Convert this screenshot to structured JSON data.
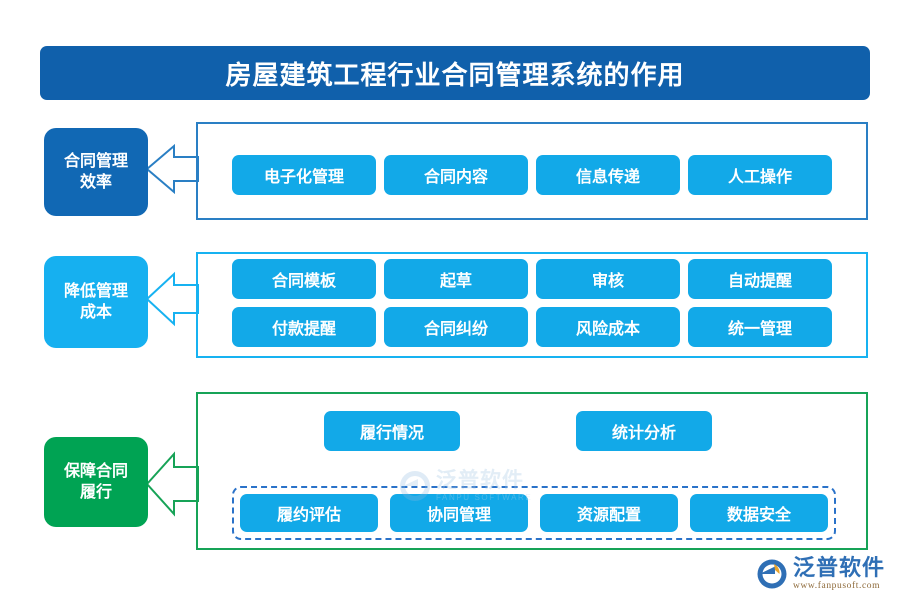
{
  "title": {
    "text": "房屋建筑工程行业合同管理系统的作用",
    "bg_color": "#1060ab"
  },
  "sections": [
    {
      "label": "合同管理效率",
      "label_line1": "合同管",
      "label_line2": "理效率",
      "label_color": "#1168b4",
      "border_color": "#2a7fc4",
      "rows": [
        {
          "items": [
            "电子化管理",
            "合同内容",
            "信息传递",
            "人工操作"
          ]
        }
      ]
    },
    {
      "label": "降低管理成本",
      "label_line1": "降低管",
      "label_line2": "理成本",
      "label_color": "#16b0f0",
      "border_color": "#17b2f1",
      "rows": [
        {
          "items": [
            "合同模板",
            "起草",
            "审核",
            "自动提醒"
          ]
        },
        {
          "items": [
            "付款提醒",
            "合同纠纷",
            "风险成本",
            "统一管理"
          ]
        }
      ]
    },
    {
      "label": "保障合同履行",
      "label_line1": "保障合",
      "label_line2": "同履行",
      "label_color": "#00a353",
      "border_color": "#17a357",
      "rows": [
        {
          "items": [
            "履行情况",
            "统计分析"
          ]
        },
        {
          "dashed": true,
          "items": [
            "履约评估",
            "协同管理",
            "资源配置",
            "数据安全"
          ]
        }
      ]
    }
  ],
  "pill_color": "#12a9e8",
  "watermark": {
    "cn": "泛普软件",
    "en": "FANPU SOFTWARE"
  },
  "logo": {
    "cn": "泛普软件",
    "url": "www.fanpusoft.com"
  }
}
